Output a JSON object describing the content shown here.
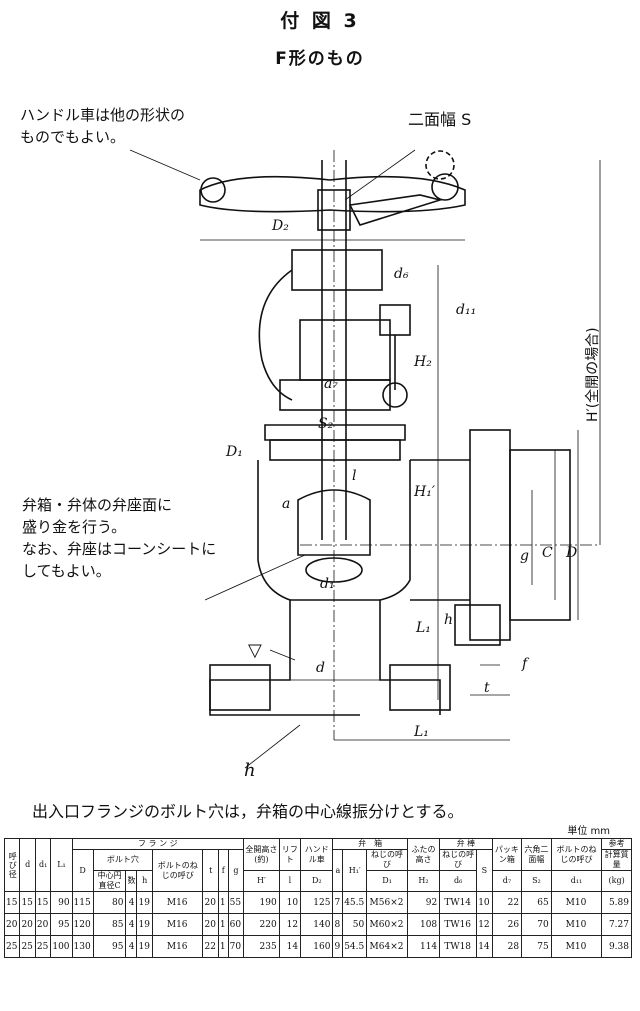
{
  "title": "付 図 3",
  "subtitle": "F形のもの",
  "notes": {
    "handle": [
      "ハンドル車は他の形状の",
      "ものでもよい。"
    ],
    "seat": [
      "弁箱・弁体の弁座面に",
      "盛り金を行う。",
      "なお、弁座はコーンシートに",
      "してもよい。"
    ],
    "bolt": "出入口フランジのボルト穴は，弁箱の中心線振分けとする。"
  },
  "labels": {
    "two_face": "二面幅 S",
    "d2": "D₂",
    "d6": "d₆",
    "d11": "d₁₁",
    "a7": "a₇",
    "s2": "S₂",
    "h2": "H₂",
    "h1p": "H₁′",
    "hp": "H′(全開の場合)",
    "d1cap": "D₁",
    "l": "l",
    "a": "a",
    "d1": "d₁",
    "d": "d",
    "g": "g",
    "C": "C",
    "D": "D",
    "h": "h",
    "L1": "L₁",
    "f": "f",
    "t": "t",
    "L1b": "L₁",
    "v_mark": "▽",
    "h_mark": "h"
  },
  "unit": "単位 mm",
  "table": {
    "headers": {
      "nominal": "呼び径",
      "d": "d",
      "d1": "d₁",
      "L1": "L₁",
      "flange": "フ ラ ン ジ",
      "bolt_hole": "ボルト穴",
      "D": "D",
      "C": "中心円直径C",
      "num": "数",
      "h": "h",
      "bolt_size": "ボルトのねじの呼び",
      "t": "t",
      "f": "f",
      "g": "g",
      "H": "全開高さ(約)",
      "H_sym": "H′",
      "lift": "リフト",
      "l": "l",
      "handle": "ハンドル車",
      "D2": "D₂",
      "body": "弁　箱",
      "a": "a",
      "H1": "H₁′",
      "D1_name": "ねじの呼び",
      "D1": "D₁",
      "cover": "ふたの高さ",
      "H2": "H₂",
      "stem": "弁 棒",
      "stem_screw": "ねじの呼び",
      "d6": "d₆",
      "S": "S",
      "packing": "パッキン箱",
      "d7": "d₇",
      "hex": "六角二面幅",
      "S2": "S₂",
      "bolt_screw": "ボルトのねじの呼び",
      "d11": "d₁₁",
      "ref": "参考",
      "mass": "計算質量",
      "kg": "(kg)"
    },
    "rows": [
      [
        "15",
        "15",
        "15",
        "90",
        "115",
        "80",
        "4",
        "19",
        "M16",
        "20",
        "1",
        "55",
        "190",
        "10",
        "125",
        "7",
        "45.5",
        "M56×2",
        "92",
        "TW14",
        "10",
        "22",
        "65",
        "M10",
        "5.89"
      ],
      [
        "20",
        "20",
        "20",
        "95",
        "120",
        "85",
        "4",
        "19",
        "M16",
        "20",
        "1",
        "60",
        "220",
        "12",
        "140",
        "8",
        "50",
        "M60×2",
        "108",
        "TW16",
        "12",
        "26",
        "70",
        "M10",
        "7.27"
      ],
      [
        "25",
        "25",
        "25",
        "100",
        "130",
        "95",
        "4",
        "19",
        "M16",
        "22",
        "1",
        "70",
        "235",
        "14",
        "160",
        "9",
        "54.5",
        "M64×2",
        "114",
        "TW18",
        "14",
        "28",
        "75",
        "M10",
        "9.38"
      ]
    ]
  }
}
